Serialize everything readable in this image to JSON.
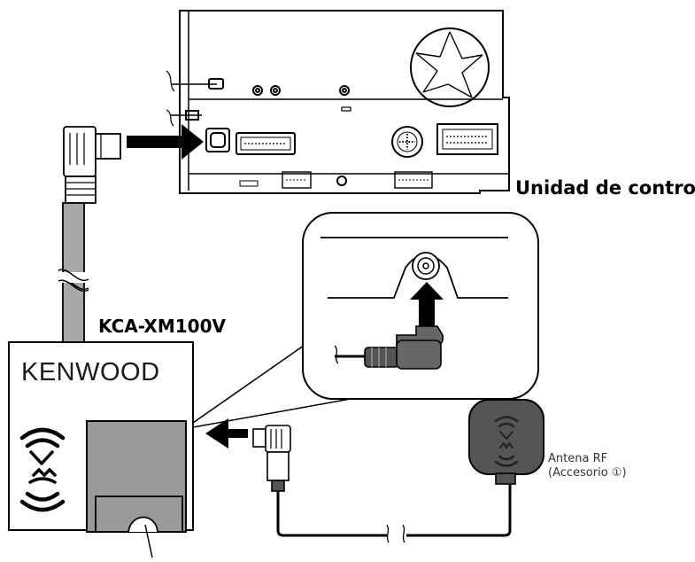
{
  "labels": {
    "control_unit": "Unidad de control",
    "model": "KCA-XM100V",
    "brand": "KENWOOD",
    "antenna_line1": "Antena RF",
    "antenna_line2": "(Accesorio ①)"
  },
  "icons": [
    "xm-logo-icon",
    "arrow-right-icon",
    "arrow-left-icon",
    "arrow-up-icon"
  ],
  "colors": {
    "line": "#000000",
    "cable_gray": "#a8a8a8",
    "dark_gray": "#555555",
    "module_window": "#9a9a9a"
  }
}
